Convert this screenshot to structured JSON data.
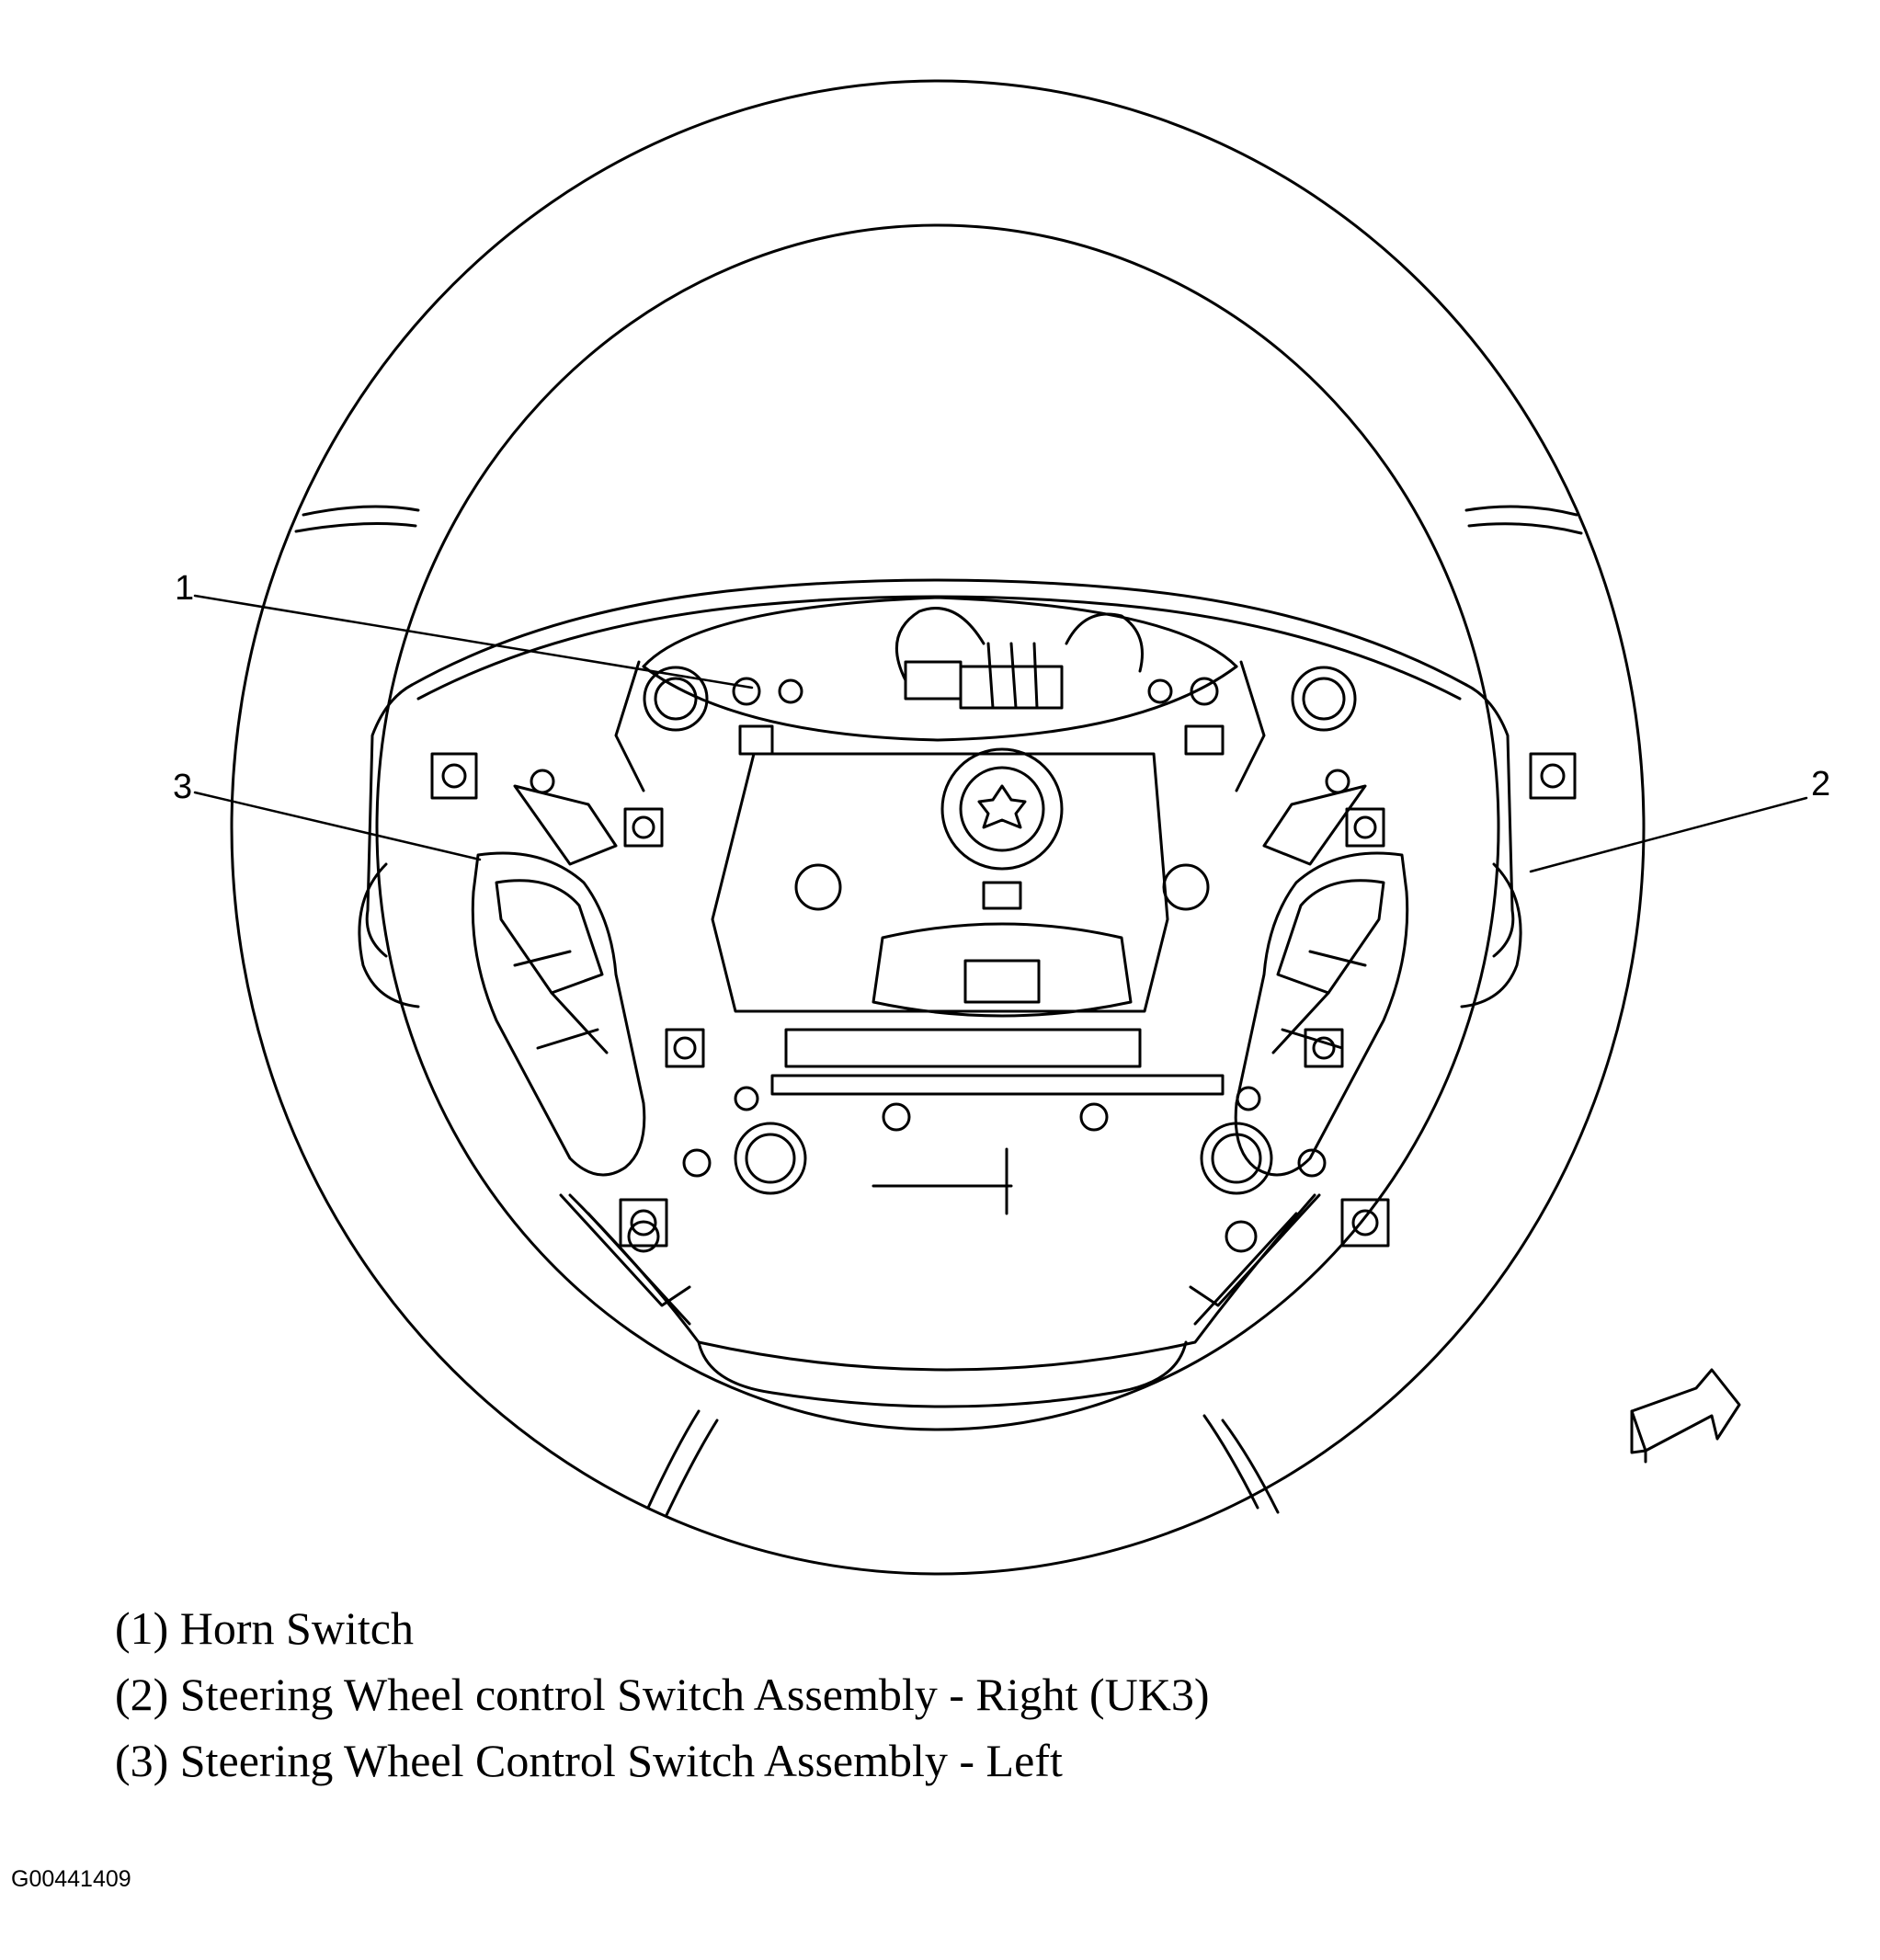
{
  "callouts": [
    {
      "number": "1",
      "label": "Horn Switch"
    },
    {
      "number": "2",
      "label": "Steering Wheel control Switch Assembly - Right (UK3)"
    },
    {
      "number": "3",
      "label": "Steering Wheel Control Switch Assembly - Left"
    }
  ],
  "legend": [
    "(1) Horn Switch",
    "(2) Steering Wheel control Switch Assembly - Right (UK3)",
    "(3) Steering Wheel Control Switch Assembly - Left"
  ],
  "figure_id": "G00441409",
  "icons": {
    "view_arrow": "view-direction-arrow-icon"
  }
}
